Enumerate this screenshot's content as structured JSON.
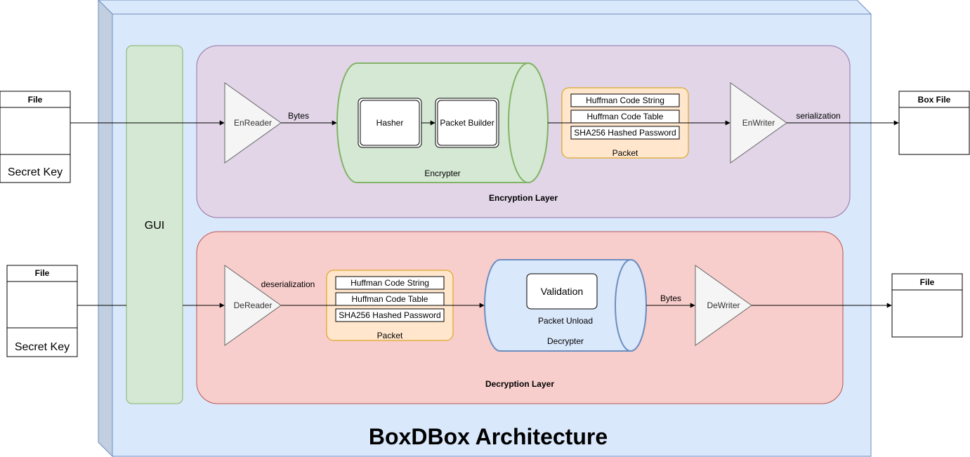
{
  "diagram": {
    "title": "BoxDBox Architecture",
    "gui_label": "GUI",
    "inputs": {
      "encrypt_input": {
        "header": "File",
        "footer": "Secret Key"
      },
      "decrypt_input": {
        "header": "File",
        "footer": "Secret Key"
      }
    },
    "outputs": {
      "encrypt_output": {
        "header": "Box File"
      },
      "decrypt_output": {
        "header": "File"
      }
    },
    "encryption_layer": {
      "label": "Encryption Layer",
      "reader": "EnReader",
      "edge_reader_to_encrypter": "Bytes",
      "encrypter_label": "Encrypter",
      "hasher": "Hasher",
      "packet_builder": "Packet Builder",
      "packet": {
        "label": "Packet",
        "fields": [
          "Huffman Code String",
          "Huffman Code Table",
          "SHA256 Hashed Password"
        ]
      },
      "writer": "EnWriter",
      "edge_writer_to_output": "serialization"
    },
    "decryption_layer": {
      "label": "Decryption Layer",
      "reader": "DeReader",
      "edge_reader_label": "deserialization",
      "packet": {
        "label": "Packet",
        "fields": [
          "Huffman Code String",
          "Huffman Code Table",
          "SHA256 Hashed Password"
        ]
      },
      "validation": "Validation",
      "packet_unload": "Packet Unload",
      "decrypter_label": "Decrypter",
      "edge_decrypter_to_writer": "Bytes",
      "writer": "DeWriter"
    },
    "colors": {
      "outer_box": "#dae8fc",
      "outer_stroke": "#6c8ebf",
      "gui_fill": "#d5e8d4",
      "gui_stroke": "#82b366",
      "encryption_fill": "#e1d5e7",
      "encryption_stroke": "#9673a6",
      "decryption_fill": "#f8cecc",
      "decryption_stroke": "#b85450",
      "packet_fill": "#ffe6cc",
      "packet_stroke": "#d79b00",
      "triangle_fill": "#f5f5f5",
      "triangle_stroke": "#666666"
    }
  }
}
